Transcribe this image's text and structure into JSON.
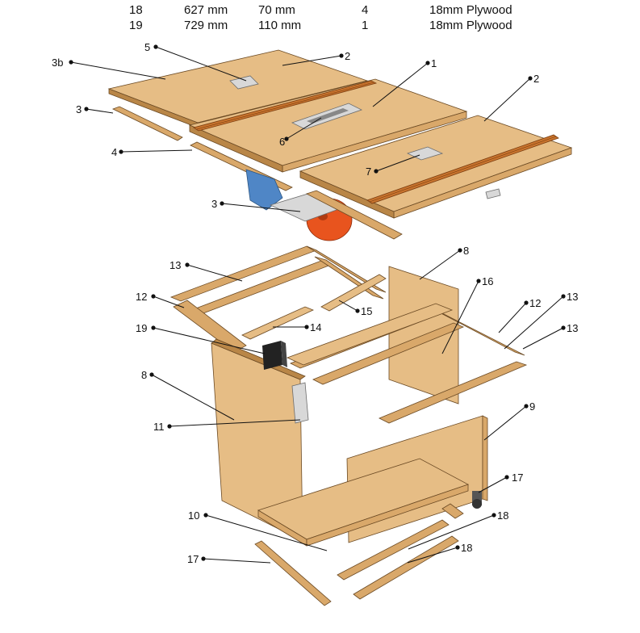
{
  "parts_table": {
    "rows": [
      {
        "part": "18",
        "length": "627 mm",
        "width": "70 mm",
        "qty": "4",
        "material": "18mm Plywood"
      },
      {
        "part": "19",
        "length": "729 mm",
        "width": "110 mm",
        "qty": "1",
        "material": "18mm Plywood"
      }
    ]
  },
  "callouts": {
    "c_3b": "3b",
    "c_5": "5",
    "c_2a": "2",
    "c_1": "1",
    "c_2b": "2",
    "c_3a": "3",
    "c_4": "4",
    "c_6": "6",
    "c_7": "7",
    "c_3c": "3",
    "c_8a": "8",
    "c_16": "16",
    "c_13a": "13",
    "c_12a": "12",
    "c_12b": "12",
    "c_13b": "13",
    "c_13c": "13",
    "c_15": "15",
    "c_14": "14",
    "c_19": "19",
    "c_8b": "8",
    "c_11": "11",
    "c_9": "9",
    "c_17a": "17",
    "c_10": "10",
    "c_18a": "18",
    "c_18b": "18",
    "c_17b": "17"
  },
  "colors": {
    "plywood": "#d9a86a",
    "rail": "#c8742e",
    "blade": "#e8541e",
    "motor": "#4f86c6"
  }
}
